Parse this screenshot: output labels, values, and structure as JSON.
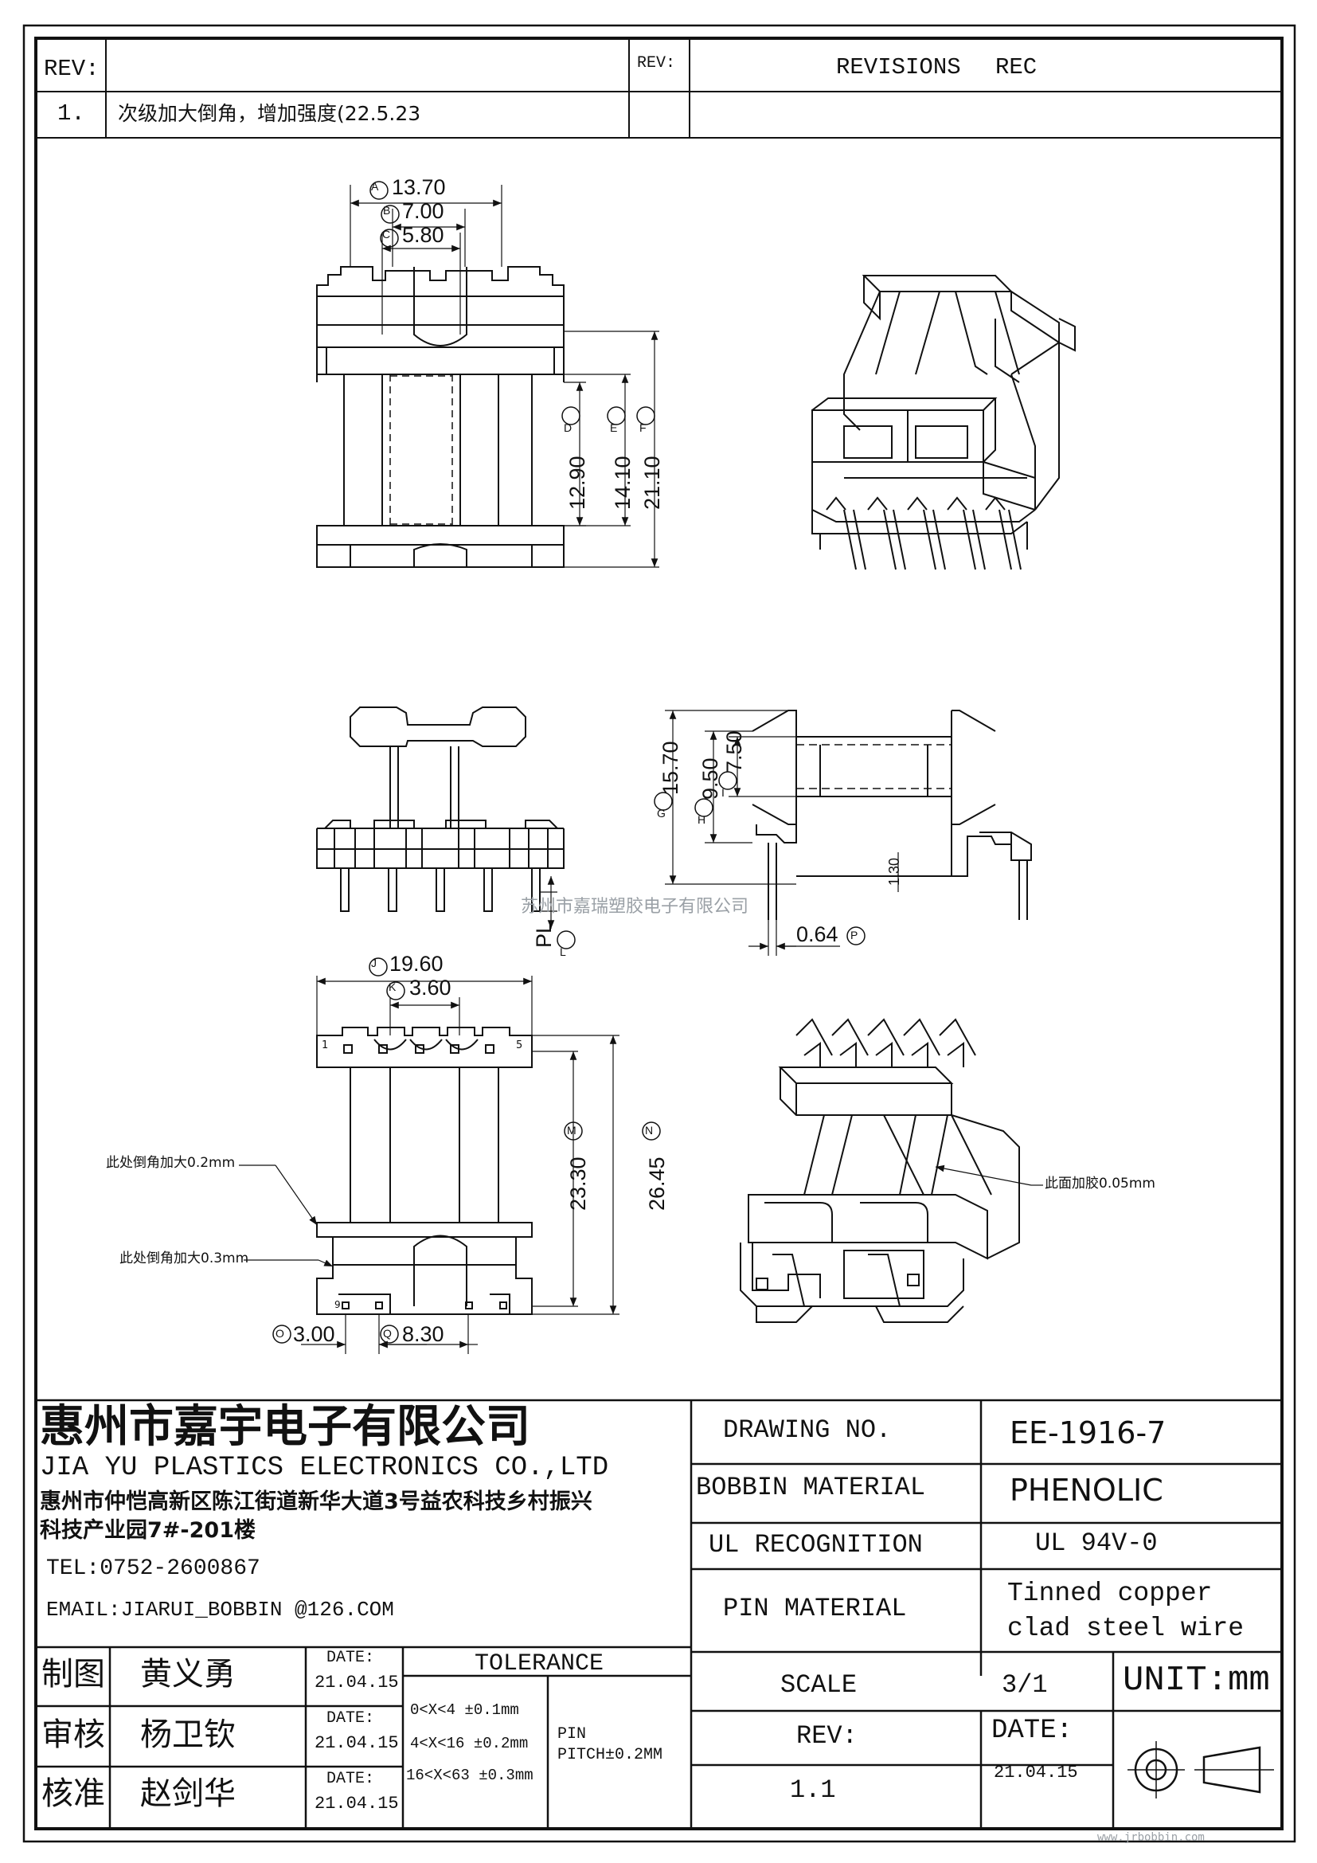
{
  "revision_table": {
    "rev_header": "REV:",
    "rev_header_right": "REV:",
    "revisions_header": "REVISIONS",
    "rec_header": "REC",
    "rows": [
      {
        "rev": "1.",
        "description": "次级加大倒角，增加强度(22.5.23"
      }
    ]
  },
  "dimensions": {
    "top_view": {
      "a": "13.70",
      "b": "7.00",
      "c": "5.80",
      "d": "12.90",
      "e": "14.10",
      "f": "21.10"
    },
    "side_view": {
      "g": "15.70",
      "h": "9.50",
      "i": "7.50",
      "j": "1.30",
      "l": "PL",
      "p": "0.64"
    },
    "bottom_view": {
      "j": "19.60",
      "k": "3.60",
      "m": "23.30",
      "n": "26.45",
      "o": "3.00",
      "q": "8.30",
      "pin_first": "1",
      "pin_last": "5",
      "pin_bottom": "9"
    },
    "circle_letters": {
      "a": "A",
      "b": "B",
      "c": "C",
      "d": "D",
      "e": "E",
      "f": "F",
      "g": "G",
      "h": "H",
      "i": "I",
      "j2": "J",
      "l": "L",
      "p": "P",
      "jj": "J",
      "k": "K",
      "m": "M",
      "n": "N",
      "o": "O",
      "q": "Q"
    }
  },
  "notes": {
    "chamfer_02": "此处倒角加大0.2mm",
    "chamfer_03": "此处倒角加大0.3mm",
    "glue_005": "此面加胶0.05mm"
  },
  "watermark": {
    "center_text": "苏州市嘉瑞塑胶电子有限公司",
    "footer_url": "www.jrbobbin.com"
  },
  "title_block": {
    "company_cn": "惠州市嘉宇电子有限公司",
    "company_en": "JIA YU PLASTICS ELECTRONICS CO.,LTD",
    "address_line1": "惠州市仲恺高新区陈江街道新华大道3号益农科技乡村振兴",
    "address_line2": "科技产业园7#-201楼",
    "tel": "TEL:0752-2600867",
    "email": "EMAIL:JIARUI_BOBBIN @126.COM",
    "drawing_no_label": "DRAWING  NO.",
    "drawing_no": "EE-1916-7",
    "bobbin_material_label": "BOBBIN  MATERIAL",
    "bobbin_material": "PHENOLIC",
    "ul_label": "UL RECOGNITION",
    "ul_value": "UL 94V-0",
    "pin_material_label": "PIN MATERIAL",
    "pin_material_line1": "Tinned copper",
    "pin_material_line2": "clad steel wire",
    "scale_label": "SCALE",
    "scale_value": "3/1",
    "unit": "UNIT:mm",
    "rev_label": "REV:",
    "rev_value": "1.1",
    "date_label": "DATE:",
    "date_value": "21.04.15",
    "signatures": [
      {
        "role": "制图",
        "name": "黄义勇",
        "date_label": "DATE:",
        "date": "21.04.15"
      },
      {
        "role": "审核",
        "name": "杨卫钦",
        "date_label": "DATE:",
        "date": "21.04.15"
      },
      {
        "role": "核准",
        "name": "赵剑华",
        "date_label": "DATE:",
        "date": "21.04.15"
      }
    ],
    "tolerance_label": "TOLERANCE",
    "tolerances": [
      "0<X<4  ±0.1mm",
      "4<X<16 ±0.2mm",
      "16<X<63 ±0.3mm"
    ],
    "pin_pitch_line1": "PIN",
    "pin_pitch_line2": "PITCH±0.2MM"
  }
}
